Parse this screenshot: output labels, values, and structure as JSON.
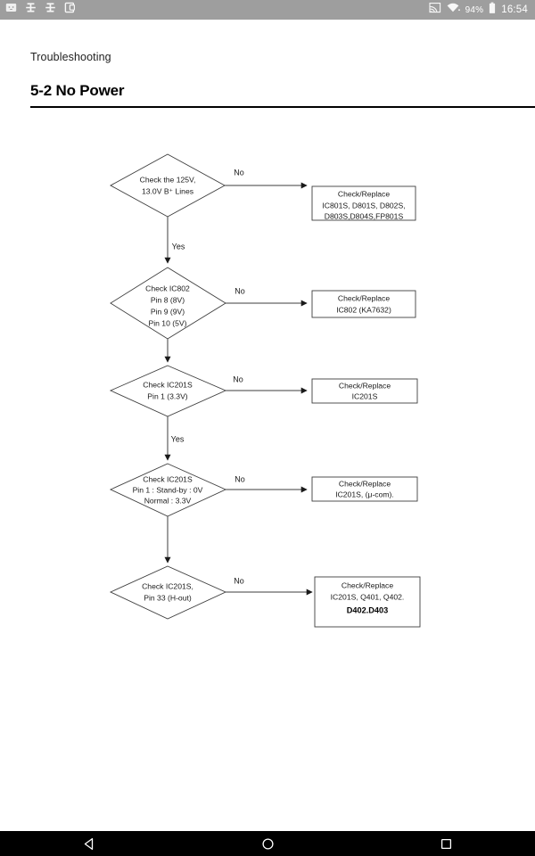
{
  "status_bar": {
    "left_icons": [
      "email-icon",
      "sync-icon",
      "sync-icon-2",
      "screenshot-icon"
    ],
    "cast_icon": "cast-screen-icon",
    "wifi_icon": "wifi-icon",
    "battery_percent": "94%",
    "battery_icon": "battery-icon",
    "clock": "16:54",
    "background_color": "#9e9e9e"
  },
  "document": {
    "breadcrumb": "Troubleshooting",
    "title": "5-2 No Power"
  },
  "flowchart": {
    "edge_labels": {
      "no": "No",
      "yes": "Yes"
    },
    "steps": [
      {
        "id": "step-1",
        "decision": [
          "Check the 125V,",
          "13.0V B⁺ Lines"
        ],
        "no_label": "No",
        "yes_label": "Yes",
        "action_title": "Check/Replace",
        "action_lines": [
          "IC801S, D801S, D802S,",
          "D803S,D804S,FP801S"
        ]
      },
      {
        "id": "step-2",
        "decision": [
          "Check IC802",
          "Pin 8 (8V)",
          "Pin 9 (9V)",
          "Pin 10 (5V)"
        ],
        "no_label": "No",
        "yes_label": "",
        "action_title": "Check/Replace",
        "action_lines": [
          "IC802 (KA7632)"
        ]
      },
      {
        "id": "step-3",
        "decision": [
          "Check IC201S",
          "Pin 1 (3.3V)"
        ],
        "no_label": "No",
        "yes_label": "Yes",
        "action_title": "Check/Replace",
        "action_lines": [
          "IC201S"
        ]
      },
      {
        "id": "step-4",
        "decision": [
          "Check IC201S",
          "Pin 1 : Stand-by : 0V",
          "Normal : 3.3V"
        ],
        "no_label": "No",
        "yes_label": "",
        "action_title": "Check/Replace",
        "action_lines": [
          "IC201S, (μ-com)."
        ]
      },
      {
        "id": "step-5",
        "decision": [
          "Check IC201S,",
          "Pin 33 (H-out)"
        ],
        "no_label": "No",
        "yes_label": "",
        "action_title": "Check/Replace",
        "action_lines": [
          "IC201S, Q401, Q402."
        ],
        "action_bold_line": "D402.D403"
      }
    ]
  },
  "nav_bar": {
    "back_label": "back-button",
    "home_label": "home-button",
    "recents_label": "recents-button",
    "background_color": "#000000"
  }
}
